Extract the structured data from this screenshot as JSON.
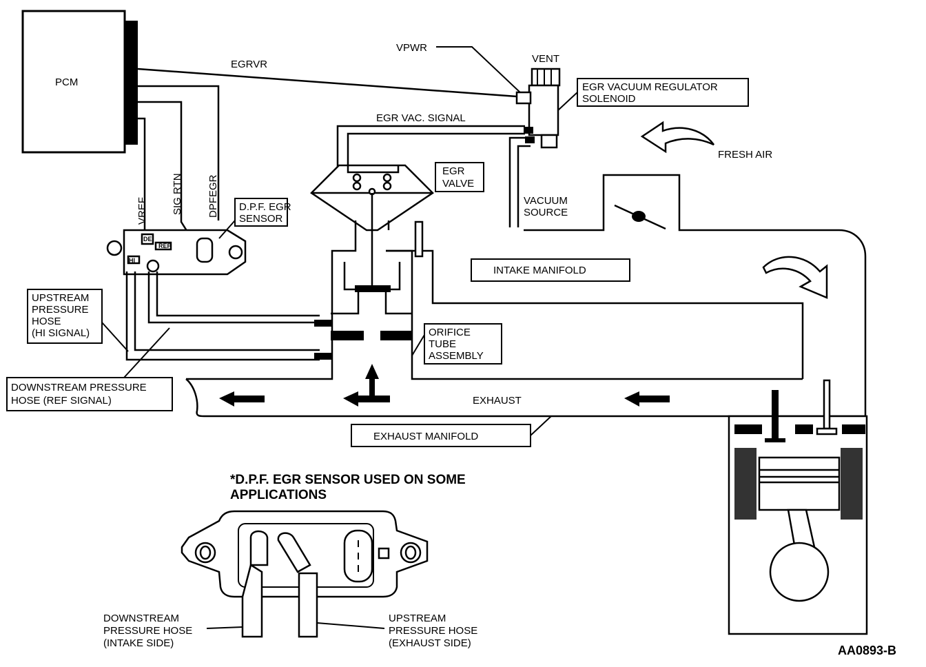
{
  "labels": {
    "pcm": "PCM",
    "egrvr": "EGRVR",
    "vpwr": "VPWR",
    "vent": "VENT",
    "egr_vac_reg_line1": "EGR VACUUM REGULATOR",
    "egr_vac_reg_line2": "SOLENOID",
    "egr_vac_signal": "EGR VAC. SIGNAL",
    "fresh_air": "FRESH AIR",
    "vref": "VREF",
    "sig_rtn": "SIG RTN",
    "dpfegr": "DPFEGR",
    "dpf_sensor_line1": "D.P.F. EGR",
    "dpf_sensor_line2": "SENSOR",
    "egr_valve_line1": "EGR",
    "egr_valve_line2": "VALVE",
    "vacuum_source_line1": "VACUUM",
    "vacuum_source_line2": "SOURCE",
    "intake_manifold": "INTAKE MANIFOLD",
    "upstream_hose_line1": "UPSTREAM",
    "upstream_hose_line2": "PRESSURE",
    "upstream_hose_line3": "HOSE",
    "upstream_hose_line4": "(HI SIGNAL)",
    "orifice_line1": "ORIFICE",
    "orifice_line2": "TUBE",
    "orifice_line3": "ASSEMBLY",
    "downstream_hose_line1": "DOWNSTREAM PRESSURE",
    "downstream_hose_line2": "HOSE (REF SIGNAL)",
    "exhaust": "EXHAUST",
    "exhaust_manifold": "EXHAUST MANIFOLD",
    "note_line1": "*D.P.F. EGR SENSOR USED ON SOME",
    "note_line2": "APPLICATIONS",
    "detail_down_line1": "DOWNSTREAM",
    "detail_down_line2": "PRESSURE HOSE",
    "detail_down_line3": "(INTAKE SIDE)",
    "detail_up_line1": "UPSTREAM",
    "detail_up_line2": "PRESSURE HOSE",
    "detail_up_line3": "(EXHAUST SIDE)",
    "sensor_port_hi": "HI",
    "sensor_port_ref": "REF",
    "sensor_port_mark": "DE",
    "figure_code": "AA0893-B"
  },
  "icons": {
    "fresh_air_arrow": "curved-arrow-icon",
    "intake_flow_arrow": "curved-arrow-icon",
    "exhaust_flow_arrows": "right-to-left-arrow-icon",
    "throttle_plate": "throttle-icon",
    "piston": "piston-icon"
  }
}
